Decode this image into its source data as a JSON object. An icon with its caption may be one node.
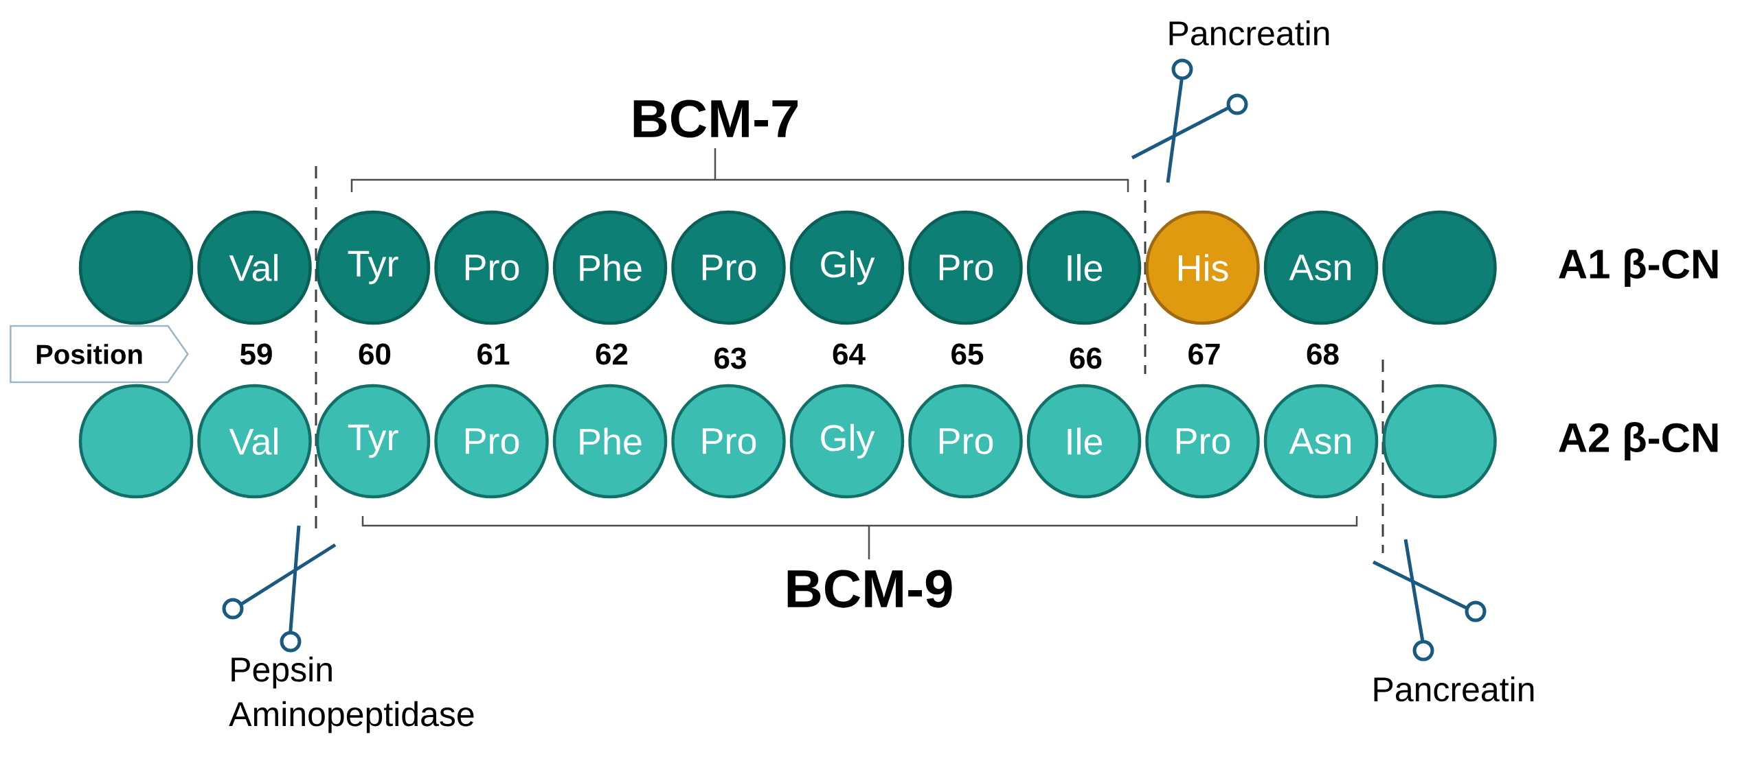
{
  "diagram": {
    "nodes": [
      {
        "text": [],
        "shape": "circle"
      },
      {
        "text": [
          "Val"
        ]
      },
      {
        "text": [
          "Tyr"
        ]
      },
      {
        "text": [
          "Pro"
        ]
      },
      {
        "text": [
          "Phe"
        ]
      },
      {
        "text": [
          "Pro"
        ]
      },
      {
        "text": [
          "Gly"
        ]
      },
      {
        "text": [
          "Pro"
        ]
      },
      {
        "text": [
          "Ile"
        ]
      },
      {
        "text": [
          "His"
        ]
      },
      {
        "text": [
          "Asn"
        ]
      },
      {
        "text": [],
        "shape": "circle"
      },
      {
        "text": [
          "Position"
        ]
      },
      {
        "text": [],
        "shape": "circle"
      },
      {
        "text": [
          "Val"
        ]
      },
      {
        "text": [
          "Tyr"
        ]
      },
      {
        "text": [
          "Pro"
        ]
      },
      {
        "text": [
          "Phe"
        ]
      },
      {
        "text": [
          "Pro"
        ]
      },
      {
        "text": [
          "Gly"
        ]
      },
      {
        "text": [
          "Pro"
        ]
      },
      {
        "text": [
          "Ile"
        ]
      },
      {
        "text": [
          "Pro"
        ]
      },
      {
        "text": [
          "Asn"
        ]
      },
      {
        "text": [],
        "shape": "circle"
      }
    ],
    "labels": [
      "Pancreatin",
      "BCM-7",
      "A1 β-CN",
      "59",
      "60",
      "61",
      "62",
      "63",
      "64",
      "65",
      "66",
      "67",
      "68",
      "A2 β-CN",
      "BCM-9",
      "Pepsin",
      "Aminopeptidase",
      "Pancreatin"
    ]
  }
}
